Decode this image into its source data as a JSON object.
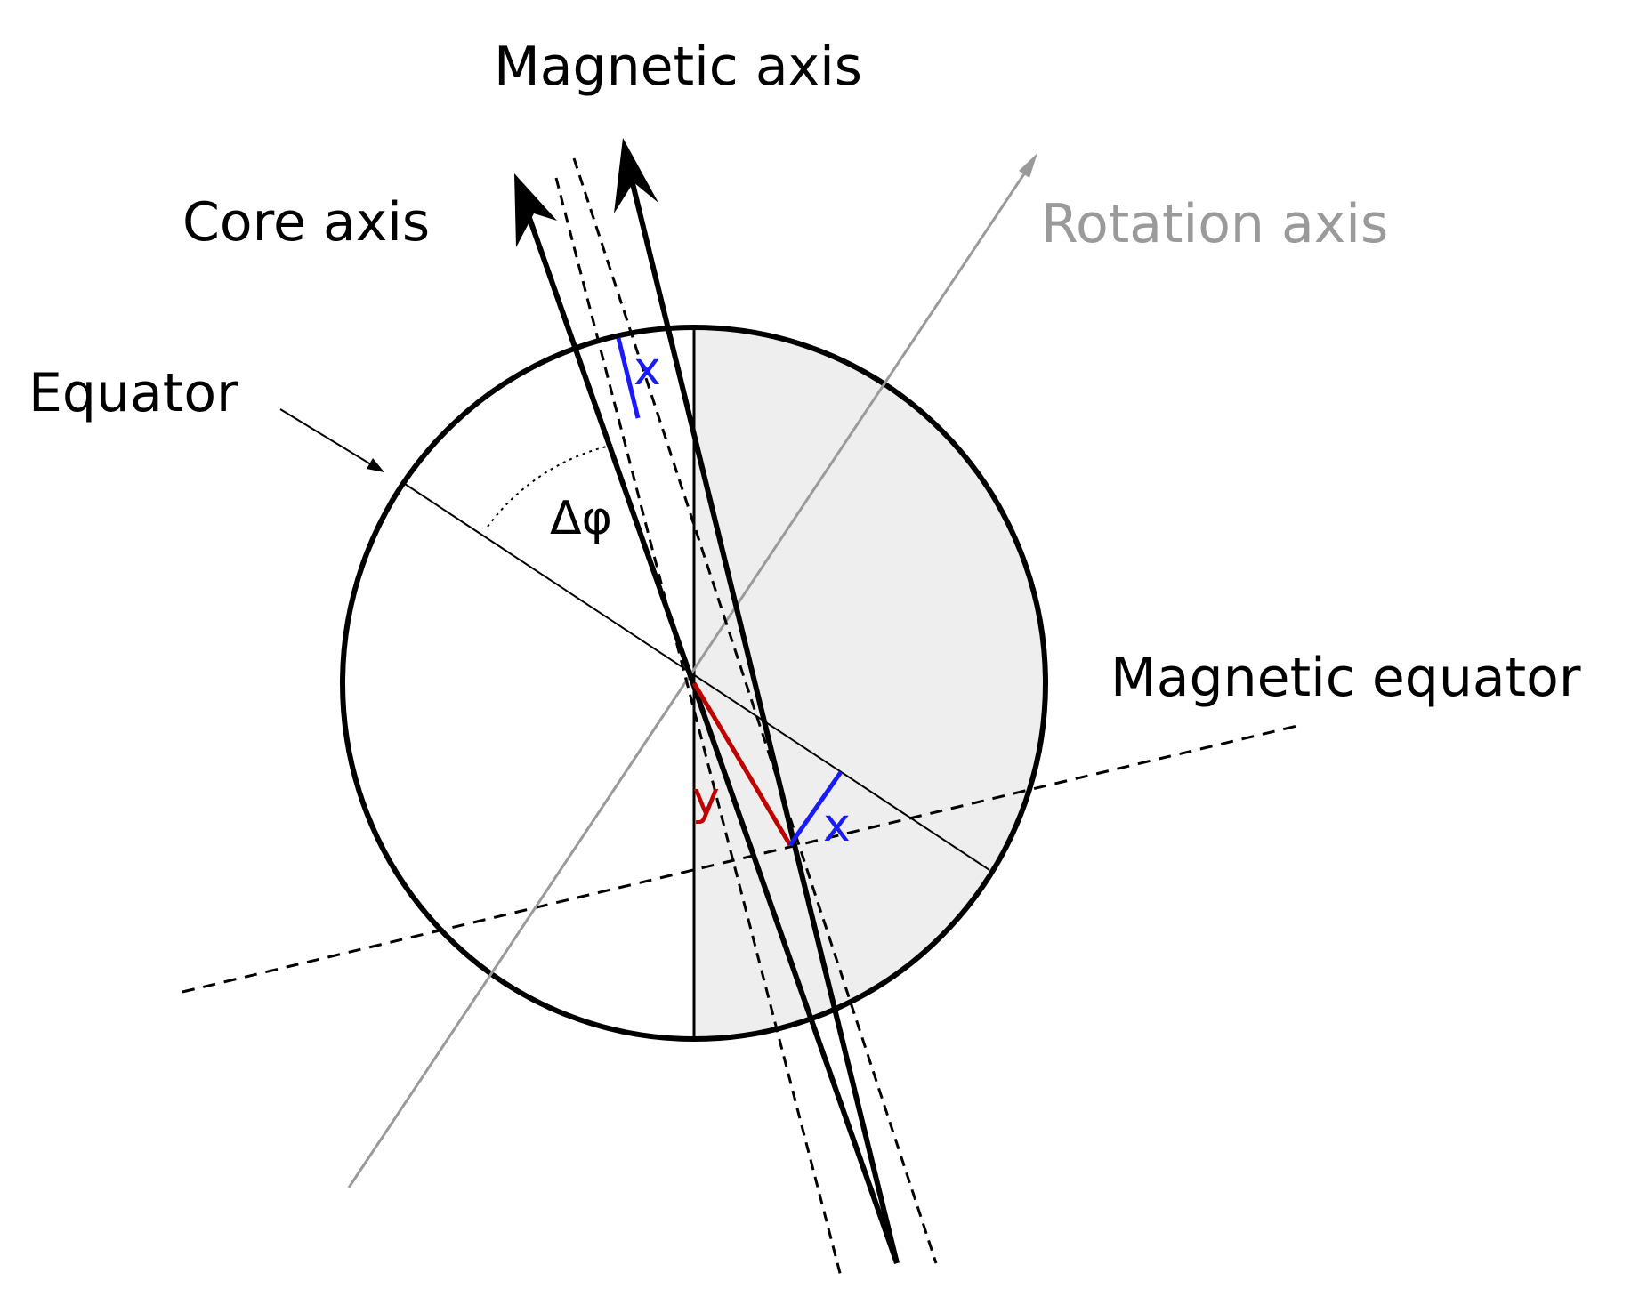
{
  "labels": {
    "magnetic_axis": "Magnetic axis",
    "core_axis": "Core axis",
    "rotation_axis": "Rotation axis",
    "equator": "Equator",
    "magnetic_equator": "Magnetic equator",
    "delta_phi": "Δφ",
    "x_top": "x",
    "x_bottom": "x",
    "y": "y"
  },
  "colors": {
    "outline": "#000000",
    "shaded_half": "#eeeeee",
    "rotation_axis": "#9a9a9a",
    "x_segment": "#1a1aff",
    "y_segment": "#c00000"
  }
}
